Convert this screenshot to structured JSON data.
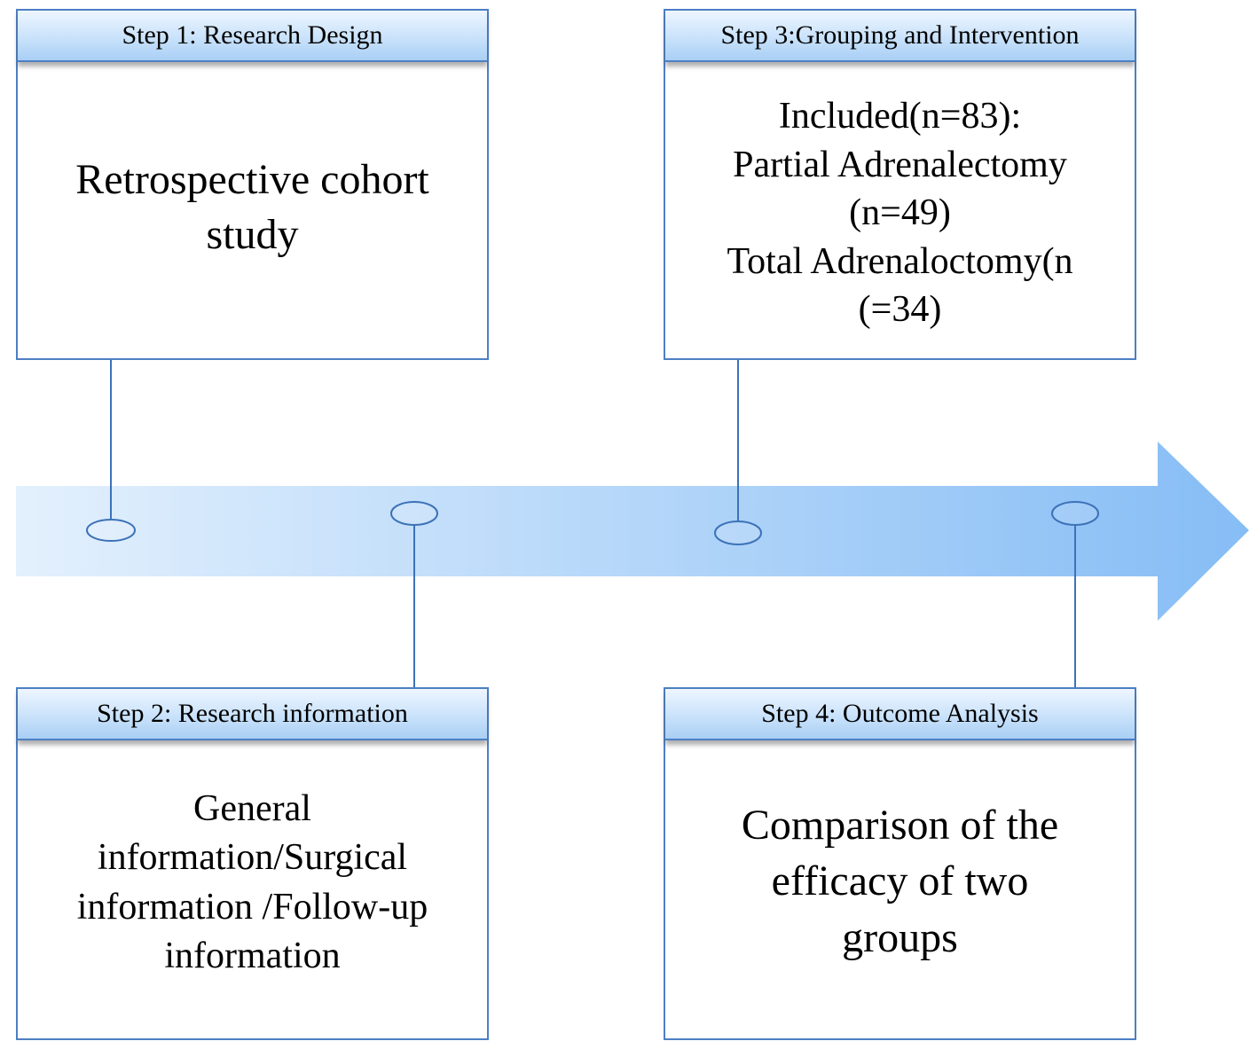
{
  "colors": {
    "border": "#4d7fc4",
    "arrow_start": "#e3f0fd",
    "arrow_end": "#86bdf5",
    "connector": "#3c72b8"
  },
  "steps": [
    {
      "header": "Step 1: Research Design",
      "body": [
        "Retrospective cohort",
        "study"
      ]
    },
    {
      "header": "Step 2: Research information",
      "body": [
        "General",
        "information/Surgical",
        "information /Follow-up",
        "information"
      ]
    },
    {
      "header": "Step 3:Grouping and Intervention",
      "body": [
        "Included(n=83):",
        "Partial Adrenalectomy",
        "(n=49)",
        "Total Adrenaloctomy(n",
        "(=34)"
      ]
    },
    {
      "header": "Step 4: Outcome Analysis",
      "body": [
        "Comparison of the",
        "efficacy of two",
        "groups"
      ]
    }
  ]
}
